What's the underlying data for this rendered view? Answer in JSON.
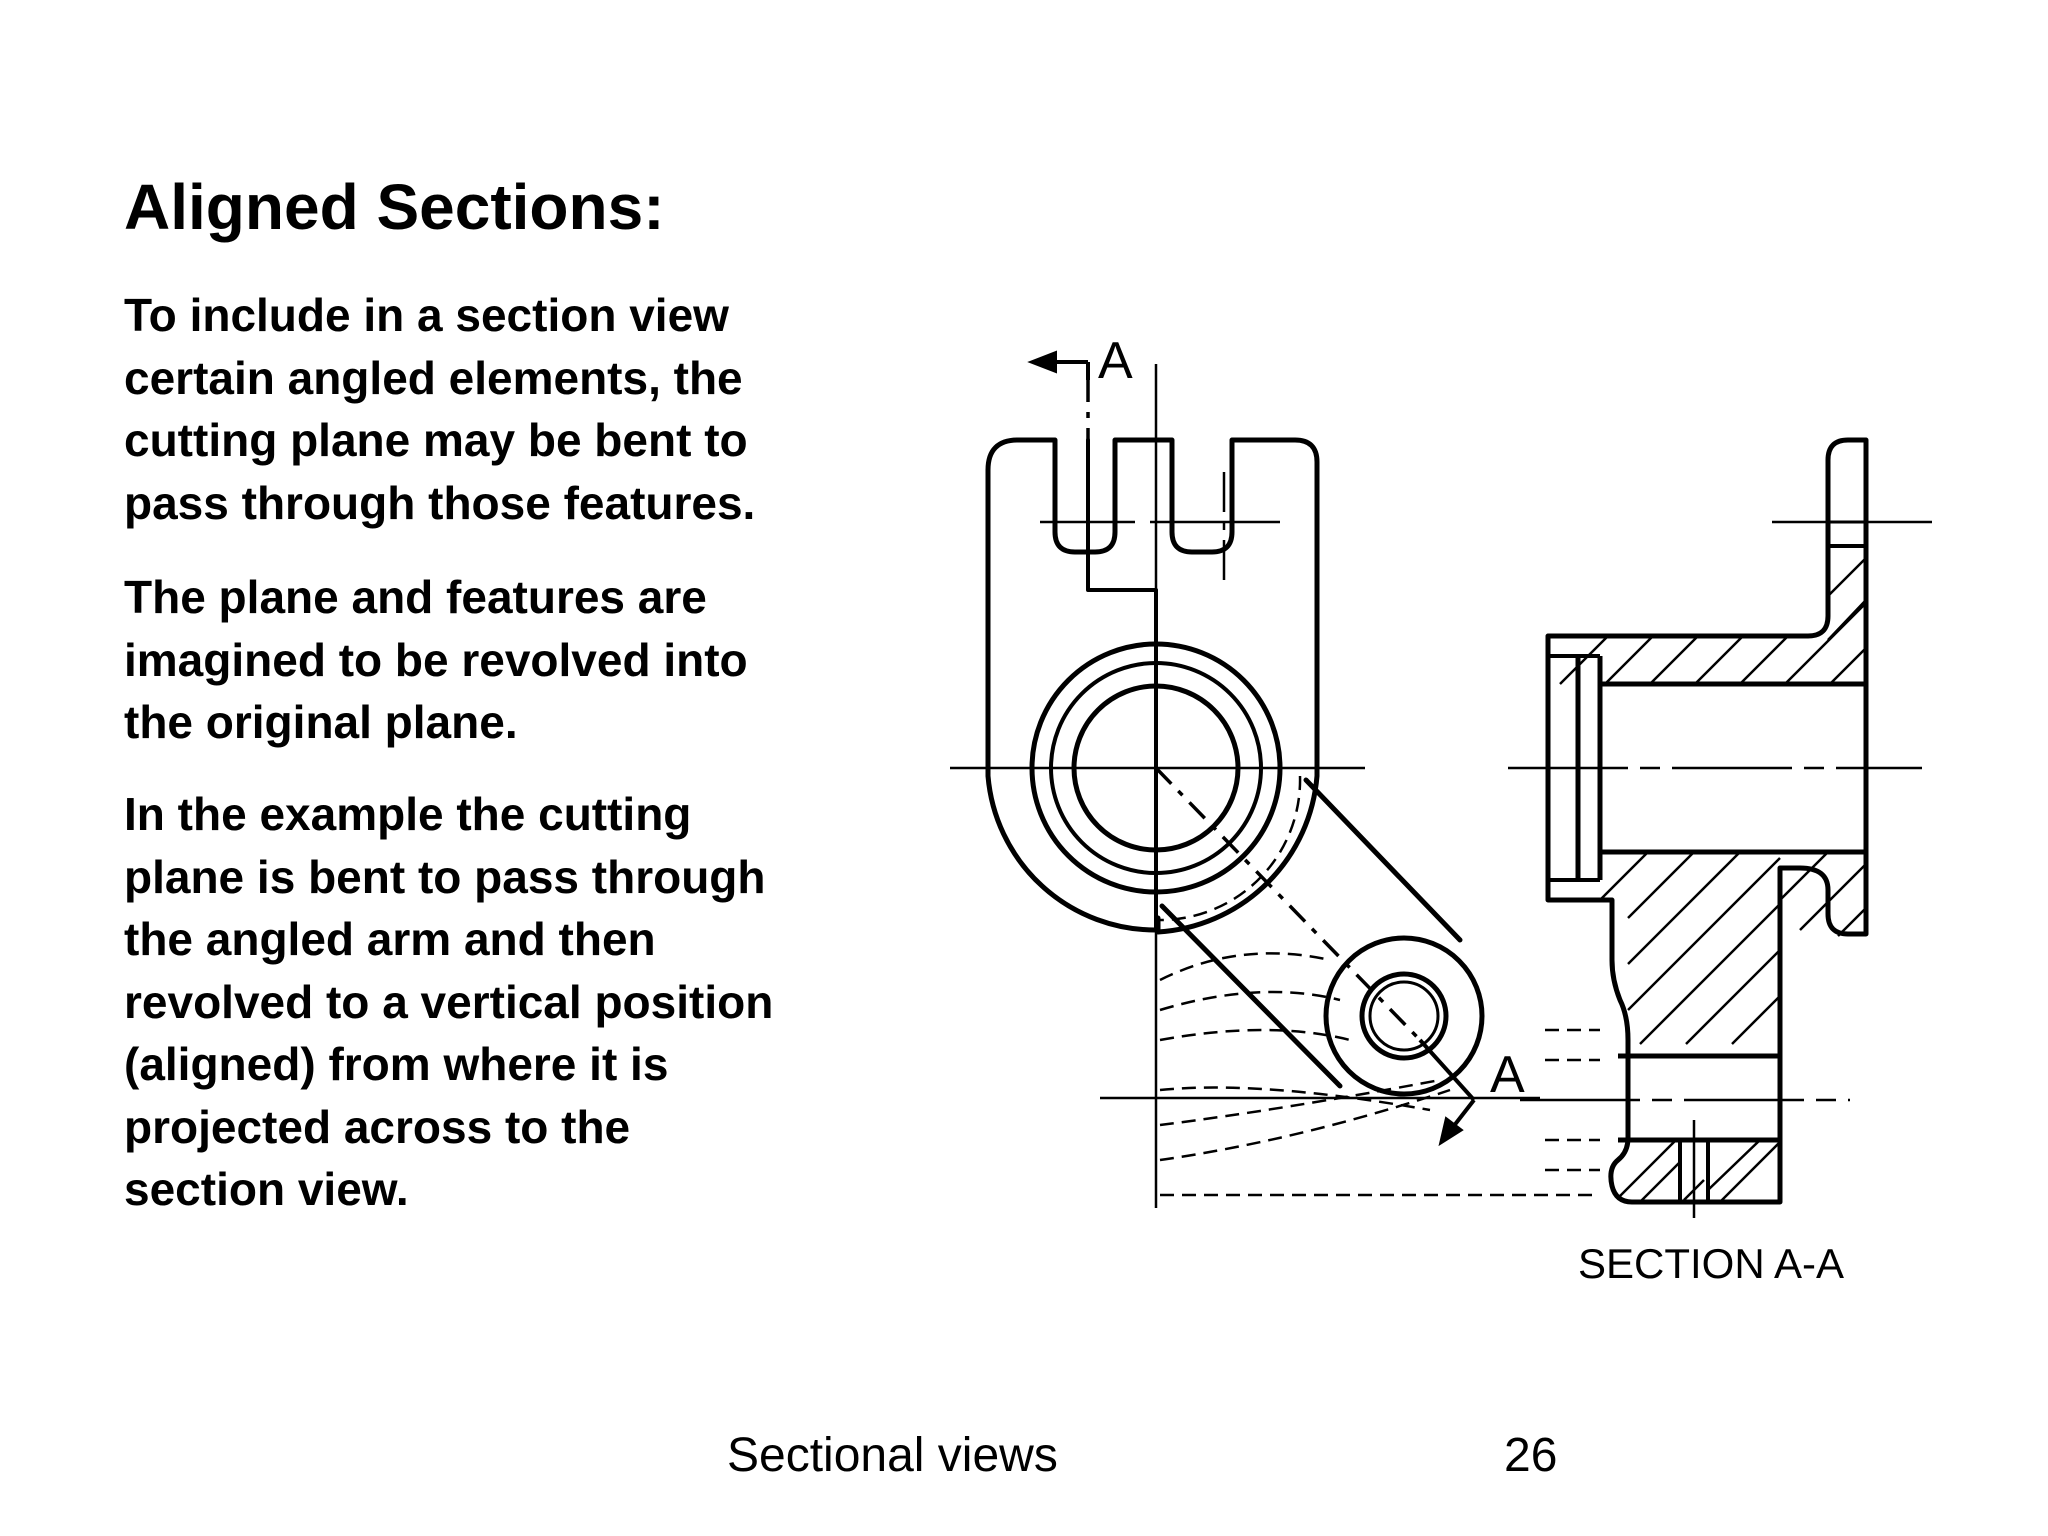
{
  "slide": {
    "title": "Aligned Sections:",
    "paragraphs": [
      "To include in a section view\ncertain angled elements, the\ncutting plane may be bent to\npass through those features.",
      "The plane and features are\nimagined to be revolved into\nthe original plane.",
      "In the example the cutting\nplane is bent to pass through\nthe angled arm and then\nrevolved to a vertical position\n(aligned) from where it is\nprojected across to the\nsection view."
    ]
  },
  "drawing": {
    "cutting_plane_label_top": "A",
    "cutting_plane_label_bottom": "A",
    "section_caption": "SECTION A-A"
  },
  "footer": {
    "title": "Sectional views",
    "page_number": "26"
  }
}
